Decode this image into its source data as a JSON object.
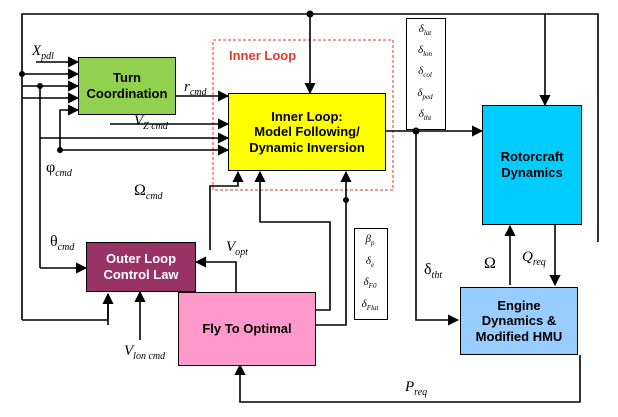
{
  "blocks": {
    "turn": {
      "label": "Turn\nCoordination",
      "fill": "#92d050"
    },
    "inner": {
      "label": "Inner Loop:\nModel Following/\nDynamic Inversion",
      "fill": "#ffff00"
    },
    "rotor": {
      "label": "Rotorcraft\nDynamics",
      "fill": "#00ccff"
    },
    "outer": {
      "label": "Outer Loop\nControl Law",
      "fill": "#993366"
    },
    "fly": {
      "label": "Fly To Optimal",
      "fill": "#ff99cc"
    },
    "engine": {
      "label": "Engine\nDynamics &\nModified HMU",
      "fill": "#99ccff"
    }
  },
  "inner_loop_caption": "Inner Loop",
  "inner_loop_caption_color": "#e03a2c",
  "signals": {
    "x_pdl": {
      "main": "X",
      "sub": "pdl"
    },
    "r_cmd": {
      "main": "r",
      "sub": "cmd"
    },
    "vz_cmd": {
      "main": "V",
      "sub": "Z cmd"
    },
    "phi_cmd": {
      "main": "φ",
      "sub": "cmd"
    },
    "omega_cmd": {
      "main": "Ω",
      "sub": "cmd"
    },
    "theta_cmd": {
      "main": "θ",
      "sub": "cmd"
    },
    "v_opt": {
      "main": "V",
      "sub": "opt"
    },
    "v_lon_cmd": {
      "main": "V",
      "sub": "lon cmd"
    },
    "delta_tht": {
      "main": "δ",
      "sub": "tht"
    },
    "omega": {
      "main": "Ω",
      "sub": ""
    },
    "q_req": {
      "main": "Q",
      "sub": "req"
    },
    "p_req": {
      "main": "P",
      "sub": "req"
    }
  },
  "control_vector": [
    {
      "main": "δ",
      "sub": "lat"
    },
    {
      "main": "δ",
      "sub": "lon"
    },
    {
      "main": "δ",
      "sub": "col"
    },
    {
      "main": "δ",
      "sub": "ped"
    },
    {
      "main": "δ",
      "sub": "tht"
    }
  ],
  "optimal_vector": [
    {
      "main": "β",
      "sub": "p"
    },
    {
      "main": "δ",
      "sub": "e"
    },
    {
      "main": "δ",
      "sub": "F0"
    },
    {
      "main": "δ",
      "sub": "Flat"
    }
  ]
}
